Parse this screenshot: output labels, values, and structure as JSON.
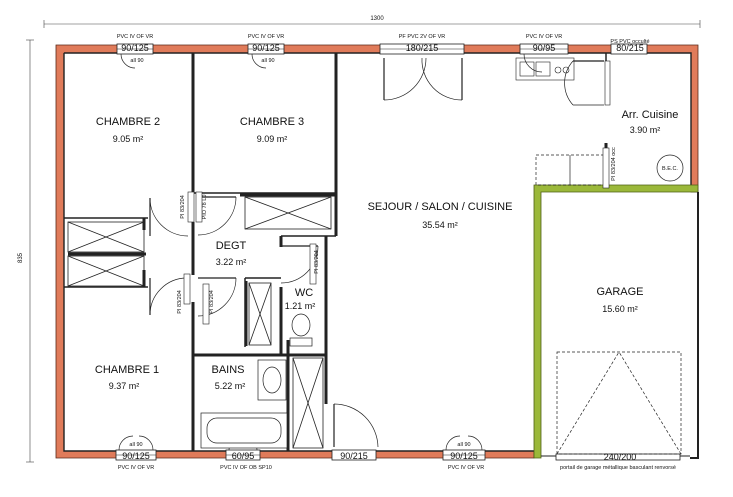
{
  "dimensions": {
    "overall_width": "1300",
    "overall_depth": "835"
  },
  "rooms": {
    "chambre2": {
      "name": "CHAMBRE 2",
      "area": "9.05 m²"
    },
    "chambre3": {
      "name": "CHAMBRE 3",
      "area": "9.09 m²"
    },
    "sejour": {
      "name": "SEJOUR / SALON / CUISINE",
      "area": "35.54 m²"
    },
    "arr_cuisine": {
      "name": "Arr. Cuisine",
      "area": "3.90 m²"
    },
    "degt": {
      "name": "DEGT",
      "area": "3.22 m²"
    },
    "wc": {
      "name": "WC",
      "area": "1.21 m²"
    },
    "garage": {
      "name": "GARAGE",
      "area": "15.60 m²"
    },
    "chambre1": {
      "name": "CHAMBRE 1",
      "area": "9.37 m²"
    },
    "bains": {
      "name": "BAINS",
      "area": "5.22 m²"
    }
  },
  "windows_top": [
    {
      "type": "PVC IV OF VR",
      "size": "90/125",
      "note": "all 90"
    },
    {
      "type": "PVC IV OF VR",
      "size": "90/125",
      "note": "all 90"
    },
    {
      "type": "PF PVC 2V OF VR",
      "size": "180/215"
    },
    {
      "type": "PVC IV OF VR",
      "size": "90/95"
    },
    {
      "type": "PS PVC occulté",
      "size": "80/215"
    }
  ],
  "windows_bottom": [
    {
      "type": "PVC IV OF VR",
      "size": "90/125",
      "note": "all 90"
    },
    {
      "type": "PVC IV OF OB SP10",
      "size": "60/95"
    },
    {
      "size": "90/215"
    },
    {
      "type": "PVC IV OF VR",
      "size": "90/125",
      "note": "all 90"
    },
    {
      "size": "240/200",
      "note": "portail de garage métallique basculant renvorsé"
    }
  ],
  "doors": {
    "chambre2": "PI 83/204",
    "chambre3": "PIO 78 L0",
    "chambre1": "PI 83/204",
    "bains": "PI 83/204",
    "wc": "PI 83/204",
    "arr_cuisine": "PI 83/204 occ"
  },
  "fixtures": {
    "boiler": "B.E.C."
  }
}
